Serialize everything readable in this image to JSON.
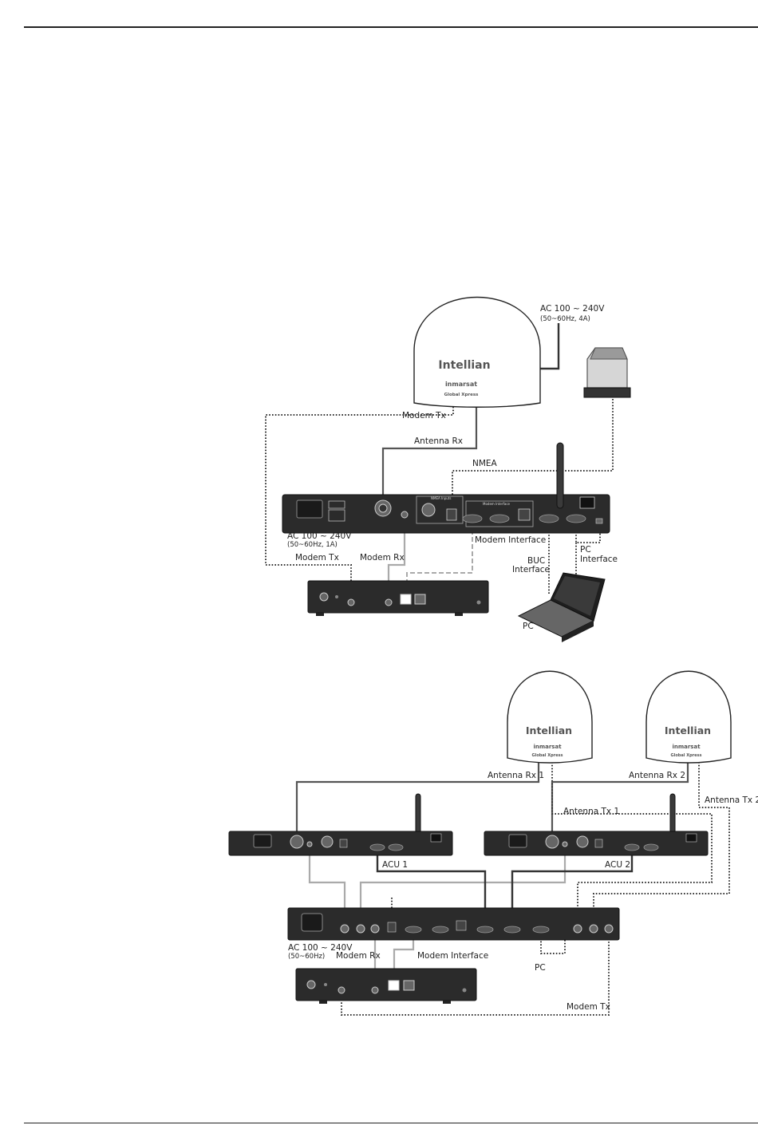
{
  "diagram1": {
    "antenna_brand": "Intellian",
    "antenna_sub1": "inmarsat",
    "antenna_sub2": "Global Xpress",
    "power_antenna": "AC 100 ~ 240V",
    "power_antenna_spec": "(50~60Hz, 4A)",
    "label_modem_tx_top": "Modem Tx",
    "label_antenna_rx": "Antenna Rx",
    "label_nmea": "NMEA",
    "acu_power": "AC 100 ~ 240V",
    "acu_power_spec": "(50~60Hz, 1A)",
    "label_modem_tx": "Modem Tx",
    "label_modem_rx": "Modem Rx",
    "label_modem_interface": "Modem Interface",
    "label_buc": "BUC",
    "label_buc2": "Interface",
    "label_pc_interface": "PC",
    "label_pc_interface2": "Interface",
    "label_pc": "PC",
    "acu_nmea_panel": "NMEA Inputs",
    "acu_modem_panel": "Modem Interface"
  },
  "diagram2": {
    "antenna_brand": "Intellian",
    "antenna_sub1": "inmarsat",
    "antenna_sub2": "Global Xpress",
    "label_antenna_rx1": "Antenna Rx 1",
    "label_antenna_rx2": "Antenna Rx 2",
    "label_antenna_tx1": "Antenna Tx 1",
    "label_antenna_tx2": "Antenna Tx 2",
    "label_acu1": "ACU 1",
    "label_acu2": "ACU 2",
    "switch_power": "AC 100 ~ 240V",
    "switch_power_spec": "(50~60Hz)",
    "label_modem_rx": "Modem Rx",
    "label_modem_interface": "Modem Interface",
    "label_pc": "PC",
    "label_modem_tx": "Modem Tx"
  }
}
